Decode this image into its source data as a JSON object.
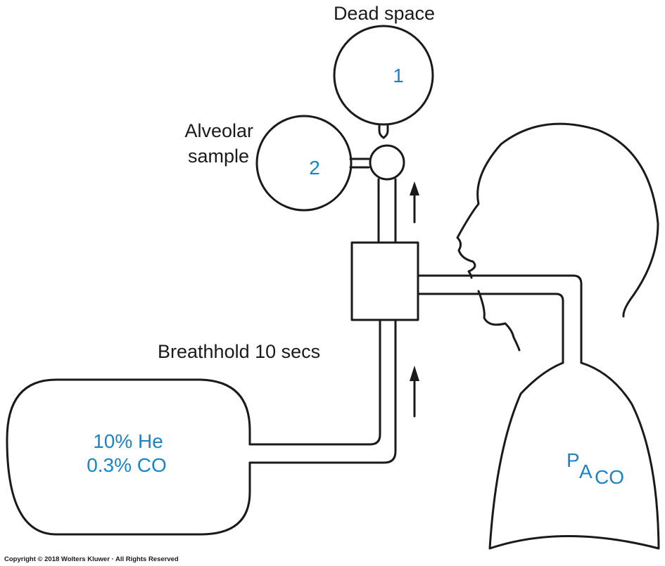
{
  "labels": {
    "dead_space": "Dead space",
    "alveolar_line1": "Alveolar",
    "alveolar_line2": "sample",
    "bag1_number": "1",
    "bag2_number": "2",
    "breathhold": "Breathhold 10 secs",
    "reservoir_line1": "10% He",
    "reservoir_line2": "0.3% CO",
    "lung_p": "P",
    "lung_a": "A",
    "lung_co": "CO",
    "copyright": "Copyright © 2018 Wolters Kluwer · All Rights Reserved"
  },
  "colors": {
    "line": "#1a1a1a",
    "accent_text": "#1a85c4"
  }
}
